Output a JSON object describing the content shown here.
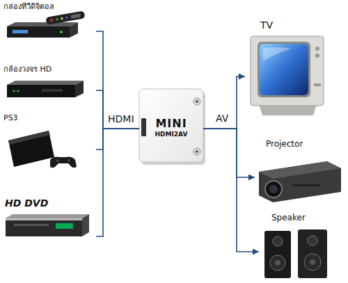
{
  "diagram": {
    "nodes": [
      {
        "text": [
          "กล่องทีวีดิจิตอล"
        ]
      },
      {
        "text": [
          "กล้องวงจร HD"
        ]
      },
      {
        "text": [
          "PS3"
        ]
      },
      {
        "text": [
          "HD DVD"
        ]
      },
      {
        "text": [
          "MINI",
          "HDMI2AV"
        ]
      },
      {
        "text": [
          "TV"
        ]
      },
      {
        "text": [
          "Projector"
        ]
      },
      {
        "text": [
          "Speaker"
        ]
      }
    ],
    "edges": [
      {
        "from": 0,
        "to": 4,
        "arrow": "none"
      },
      {
        "from": 1,
        "to": 4,
        "arrow": "none"
      },
      {
        "from": 2,
        "to": 4,
        "arrow": "none"
      },
      {
        "from": 3,
        "to": 4,
        "arrow": "none"
      },
      {
        "from": 4,
        "to": 5,
        "arrow": "to"
      },
      {
        "from": 4,
        "to": 6,
        "arrow": "to"
      },
      {
        "from": 4,
        "to": 7,
        "arrow": "to"
      }
    ],
    "labels": [
      "HDMI",
      "AV"
    ]
  }
}
